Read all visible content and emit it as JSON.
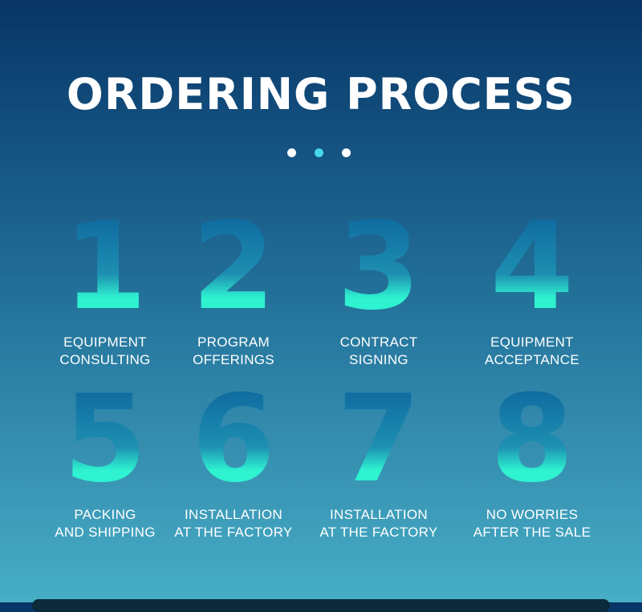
{
  "page": {
    "title": "ORDERING PROCESS",
    "dots": [
      {
        "color": "#ffffff"
      },
      {
        "color": "#49d6ea"
      },
      {
        "color": "#ffffff"
      }
    ],
    "colors": {
      "digit_top": "#0b5e9a",
      "digit_mid": "#1d8fb1",
      "digit_bottom": "#2ef2d0"
    }
  },
  "steps": [
    {
      "number": "1",
      "line1": "EQUIPMENT",
      "line2": "CONSULTING"
    },
    {
      "number": "2",
      "line1": "PROGRAM",
      "line2": "OFFERINGS"
    },
    {
      "number": "3",
      "line1": "CONTRACT",
      "line2": "SIGNING"
    },
    {
      "number": "4",
      "line1": "EQUIPMENT",
      "line2": "ACCEPTANCE"
    },
    {
      "number": "5",
      "line1": "PACKING",
      "line2": "AND SHIPPING"
    },
    {
      "number": "6",
      "line1": "INSTALLATION",
      "line2": "AT THE FACTORY"
    },
    {
      "number": "7",
      "line1": "INSTALLATION",
      "line2": "AT THE FACTORY"
    },
    {
      "number": "8",
      "line1": "NO WORRIES",
      "line2": "AFTER THE SALE"
    }
  ]
}
